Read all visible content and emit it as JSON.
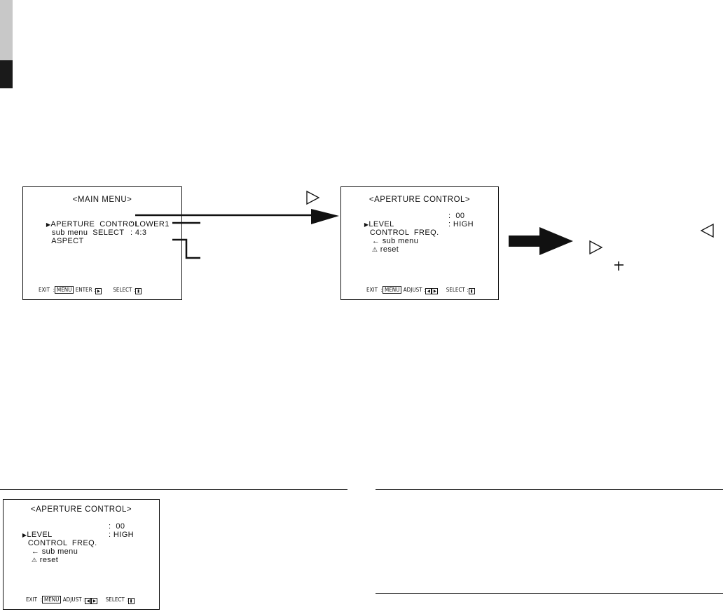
{
  "main_menu": {
    "title": "<MAIN  MENU>",
    "items": [
      {
        "label": "APERTURE  CONTROL",
        "value": ""
      },
      {
        "label": "sub menu  SELECT",
        "value": ": LOWER1"
      },
      {
        "label": "ASPECT",
        "value": ": 4:3"
      }
    ],
    "footer": {
      "exit": "EXIT",
      "menu_key": "MENU",
      "enter": "ENTER",
      "select": "SELECT",
      "colon": ":"
    }
  },
  "aperture_menu": {
    "title": "<APERTURE  CONTROL>",
    "items": [
      {
        "label": "LEVEL",
        "value": ":  00"
      },
      {
        "label": "CONTROL  FREQ.",
        "value": ": HIGH"
      },
      {
        "label": "sub menu",
        "value": ""
      },
      {
        "label": "reset",
        "value": ""
      }
    ],
    "footer": {
      "exit": "EXIT",
      "menu_key": "MENU",
      "adjust": "ADJUST",
      "select": "SELECT",
      "colon": ":"
    }
  },
  "aperture_menu_2": {
    "title": "<APERTURE  CONTROL>",
    "items": [
      {
        "label": "LEVEL",
        "value": ":  00"
      },
      {
        "label": "CONTROL  FREQ.",
        "value": ": HIGH"
      },
      {
        "label": "sub menu",
        "value": ""
      },
      {
        "label": "reset",
        "value": ""
      }
    ],
    "footer": {
      "exit": "EXIT",
      "menu_key": "MENU",
      "adjust": "ADJUST",
      "select": "SELECT",
      "colon": ":"
    }
  },
  "icons": {
    "cursor": "▶",
    "warning": "⚠",
    "back_arrow": "←",
    "right_key": "▷",
    "left_key": "◁",
    "small_plus_arrow": "+"
  }
}
